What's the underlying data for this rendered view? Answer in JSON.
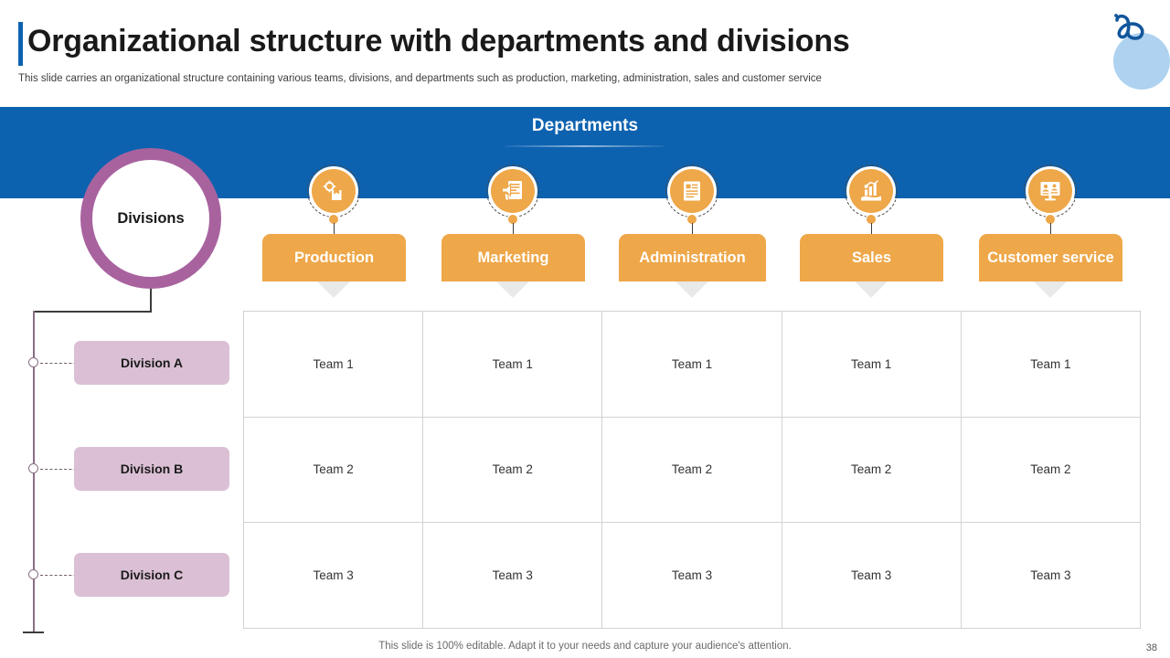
{
  "header": {
    "title": "Organizational structure with departments and divisions",
    "subtitle": "This slide carries an organizational structure containing various teams, divisions, and departments such as production, marketing, administration, sales and customer service",
    "logo_icon": "brand-e-logo-icon"
  },
  "banner": {
    "title": "Departments",
    "color": "#0d62b0"
  },
  "hub": {
    "label": "Divisions",
    "ring_color": "#a8639f"
  },
  "divisions": [
    {
      "label": "Division A"
    },
    {
      "label": "Division B"
    },
    {
      "label": "Division C"
    }
  ],
  "departments": [
    {
      "label": "Production",
      "icon": "gear-box-icon"
    },
    {
      "label": "Marketing",
      "icon": "megaphone-clipboard-icon"
    },
    {
      "label": "Administration",
      "icon": "document-icon"
    },
    {
      "label": "Sales",
      "icon": "growth-chart-hand-icon"
    },
    {
      "label": "Customer service",
      "icon": "presentation-people-icon"
    }
  ],
  "grid": {
    "rows": [
      [
        "Team 1",
        "Team 1",
        "Team 1",
        "Team 1",
        "Team 1"
      ],
      [
        "Team 2",
        "Team 2",
        "Team 2",
        "Team 2",
        "Team 2"
      ],
      [
        "Team 3",
        "Team 3",
        "Team 3",
        "Team 3",
        "Team 3"
      ]
    ]
  },
  "footer": {
    "note": "This slide is 100% editable. Adapt it to your needs and capture your audience's attention.",
    "page_number": "38"
  },
  "colors": {
    "banner_blue": "#0d62b0",
    "department_orange": "#eea749",
    "division_pink": "#dbc0d5",
    "hub_purple": "#a8639f"
  }
}
